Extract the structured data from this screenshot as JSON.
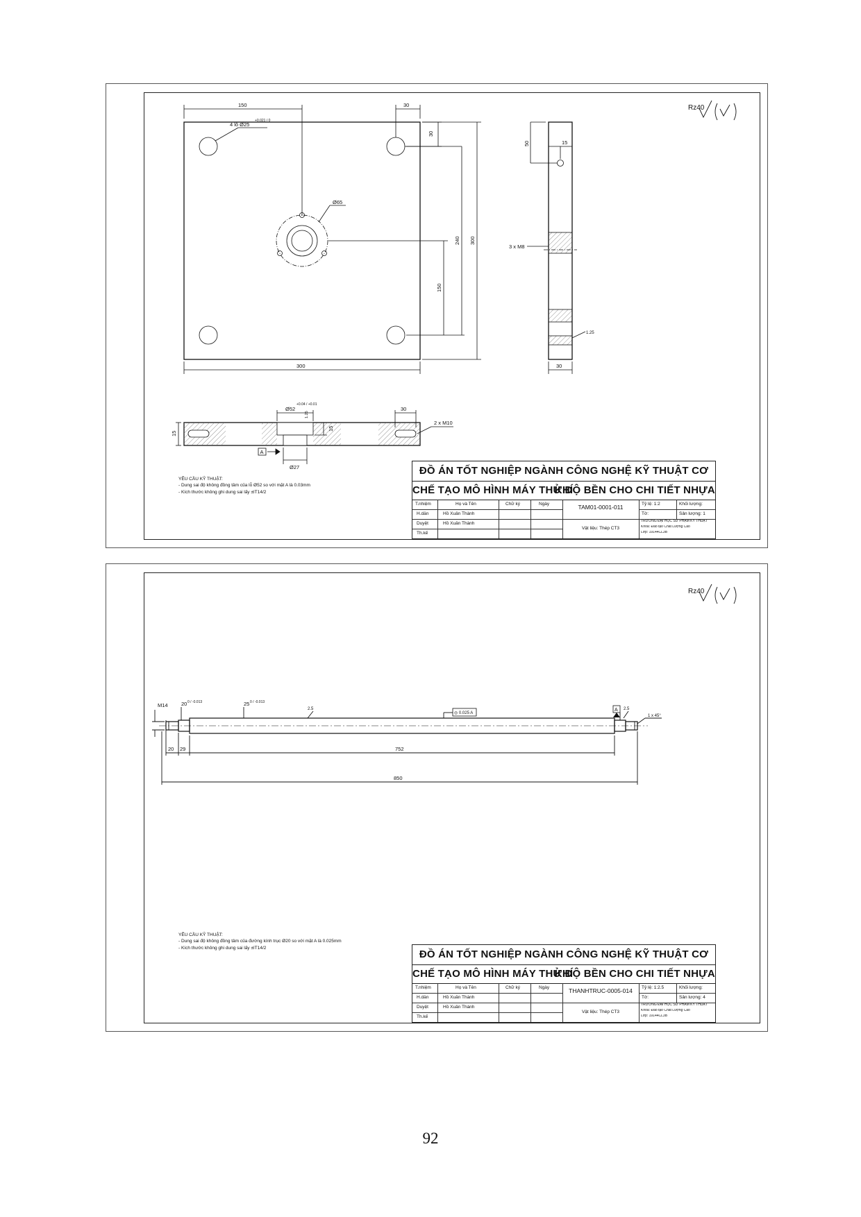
{
  "page_number": "92",
  "sheets": [
    {
      "roughness": "Rz40",
      "dims": {
        "d150": "150",
        "d30a": "30",
        "d30b": "30",
        "holes": "4 lỗ Ø25",
        "hole_tol": "+0.021 / 0",
        "d65": "Ø65",
        "d240": "240",
        "d300v": "300",
        "d150v": "150",
        "d300h": "300",
        "side_50": "50",
        "side_15": "15",
        "side_m8": "3 x M8",
        "side_125": "1.25",
        "side_30": "30",
        "sec_52": "Ø52",
        "sec_52_tol": "+0.04 / +0.01",
        "sec_125": "1.25",
        "sec_30": "30",
        "sec_m10": "2 x M10",
        "sec_15a": "15",
        "sec_15b": "15",
        "sec_27": "Ø27",
        "datum": "A"
      },
      "requirements": {
        "title": "YÊU CẦU KỸ THUẬT:",
        "line1": "- Dung sai độ không đồng tâm của lỗ Ø52 so với mặt A là 0.03mm",
        "line2": "- Kích thước không ghi dung sai lấy ±IT14/2"
      },
      "titleblock": {
        "title1": "ĐỒ ÁN TỐT NGHIỆP NGÀNH CÔNG NGHỆ KỸ THUẬT CƠ KHÍ",
        "title2": "CHẾ TẠO MÔ HÌNH MÁY THỬ ĐỘ BỀN CHO CHI TIẾT NHỰA",
        "col_role": "T.nhiệm",
        "col_name": "Họ và Tên",
        "col_sign": "Chữ ký",
        "col_date": "Ngày",
        "role2": "H.dẫn",
        "name2": "Hồ Xuân Thành",
        "role3": "Duyệt",
        "name3": "Hồ Xuân Thành",
        "role4": "Th.kế",
        "code": "TAM01-0001-011",
        "material": "Vật liệu: Thép CT3",
        "scale": "Tỷ lệ: 1:2",
        "mass": "Khối lượng:",
        "sheet": "Tờ:",
        "qty": "Sản lượng: 1",
        "school1": "TRƯỜNG ĐẠI HỌC SƯ PHẠM KỸ THUẬT",
        "school2": "Khoa: Đào tạo Chất Lượng Cao",
        "school3": "Lớp: 19144CL3B"
      }
    },
    {
      "roughness": "Rz40",
      "dims": {
        "m14": "M14",
        "d20": "20",
        "d20_tol": "0 / -0.013",
        "d25": "25",
        "d25_tol": "0 / -0.013",
        "r25a": "2.5",
        "conc": "◎ 0.025 A",
        "datum": "A",
        "r25b": "2.5",
        "chamfer": "1 x 45°",
        "l20": "20",
        "l29": "29",
        "l752": "752",
        "l850": "850"
      },
      "requirements": {
        "title": "YÊU CẦU KỸ THUẬT:",
        "line1": "- Dung sai độ không đồng tâm của đường kính trục Ø20 so với mặt A là 0.025mm",
        "line2": "- Kích thước không ghi dung sai lấy ±IT14/2"
      },
      "titleblock": {
        "title1": "ĐỒ ÁN TỐT NGHIỆP NGÀNH CÔNG NGHỆ KỸ THUẬT CƠ KHÍ",
        "title2": "CHẾ TẠO MÔ HÌNH MÁY THỬ ĐỘ BỀN CHO CHI TIẾT NHỰA",
        "col_role": "T.nhiệm",
        "col_name": "Họ và Tên",
        "col_sign": "Chữ ký",
        "col_date": "Ngày",
        "role2": "H.dẫn",
        "name2": "Hồ Xuân Thành",
        "role3": "Duyệt",
        "name3": "Hồ Xuân Thành",
        "role4": "Th.kế",
        "code": "THANHTRUC-0005-014",
        "material": "Vật liệu: Thép CT3",
        "scale": "Tỷ lệ: 1:2.5",
        "mass": "Khối lượng:",
        "sheet": "Tờ:",
        "qty": "Sản lượng: 4",
        "school1": "TRƯỜNG ĐẠI HỌC SƯ PHẠM KỸ THUẬT",
        "school2": "Khoa: Đào tạo Chất Lượng Cao",
        "school3": "Lớp: 19144CL3B"
      }
    }
  ]
}
